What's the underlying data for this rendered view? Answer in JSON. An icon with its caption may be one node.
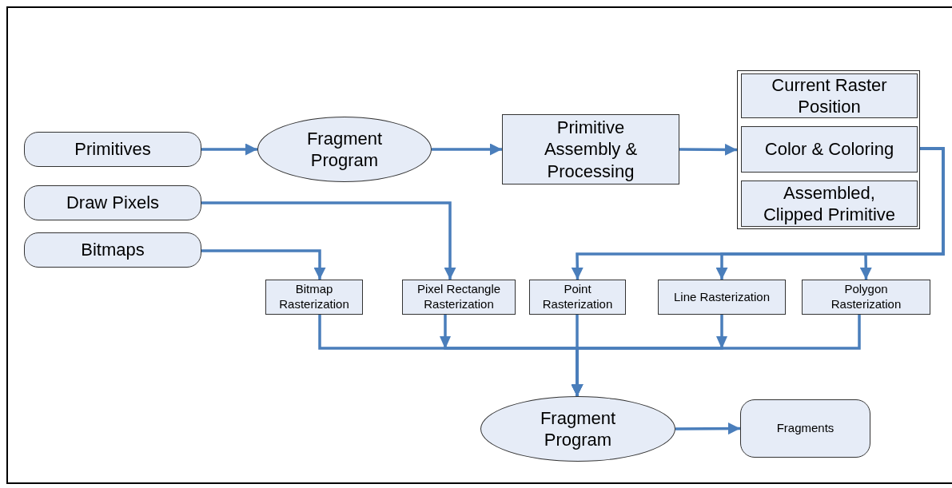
{
  "diagram": {
    "nodes": [
      {
        "text": [
          "Primitives"
        ]
      },
      {
        "text": [
          "Fragment Program"
        ]
      },
      {
        "text": [
          "Primitive Assembly & Processing"
        ]
      },
      {
        "text": [],
        "shape": "box"
      },
      {
        "text": [
          "Current Raster Position"
        ],
        "in": 3
      },
      {
        "text": [
          "Color & Coloring"
        ],
        "in": 3
      },
      {
        "text": [
          "Assembled, Clipped Primitive"
        ],
        "in": 3
      },
      {
        "text": [
          "Draw Pixels"
        ]
      },
      {
        "text": [
          "Bitmaps"
        ]
      },
      {
        "text": [
          "Bitmap Rasterization"
        ]
      },
      {
        "text": [
          "Pixel Rectangle Rasterization"
        ]
      },
      {
        "text": [
          "Point Rasterization"
        ]
      },
      {
        "text": [
          "Line Rasterization"
        ]
      },
      {
        "text": [
          "Polygon Rasterization"
        ]
      },
      {
        "text": [
          "Fragment Program"
        ]
      },
      {
        "text": [
          "Fragments"
        ]
      }
    ],
    "edges": [
      {
        "from": 0,
        "to": 1,
        "arrow": "to"
      },
      {
        "from": 1,
        "to": 2,
        "arrow": "to"
      },
      {
        "from": 2,
        "to": 3,
        "arrow": "to"
      },
      {
        "from": 5,
        "to": 11,
        "arrow": "to"
      },
      {
        "from": 5,
        "to": 12,
        "arrow": "to"
      },
      {
        "from": 5,
        "to": 13,
        "arrow": "to"
      },
      {
        "from": 7,
        "to": 10,
        "arrow": "to"
      },
      {
        "from": 8,
        "to": 9,
        "arrow": "to"
      },
      {
        "from": 9,
        "to": 14,
        "arrow": "to"
      },
      {
        "from": 10,
        "to": 14,
        "arrow": "to"
      },
      {
        "from": 11,
        "to": 14,
        "arrow": "to"
      },
      {
        "from": 12,
        "to": 14,
        "arrow": "to"
      },
      {
        "from": 13,
        "to": 14,
        "arrow": "to"
      },
      {
        "from": 14,
        "to": 15,
        "arrow": "to"
      }
    ]
  }
}
